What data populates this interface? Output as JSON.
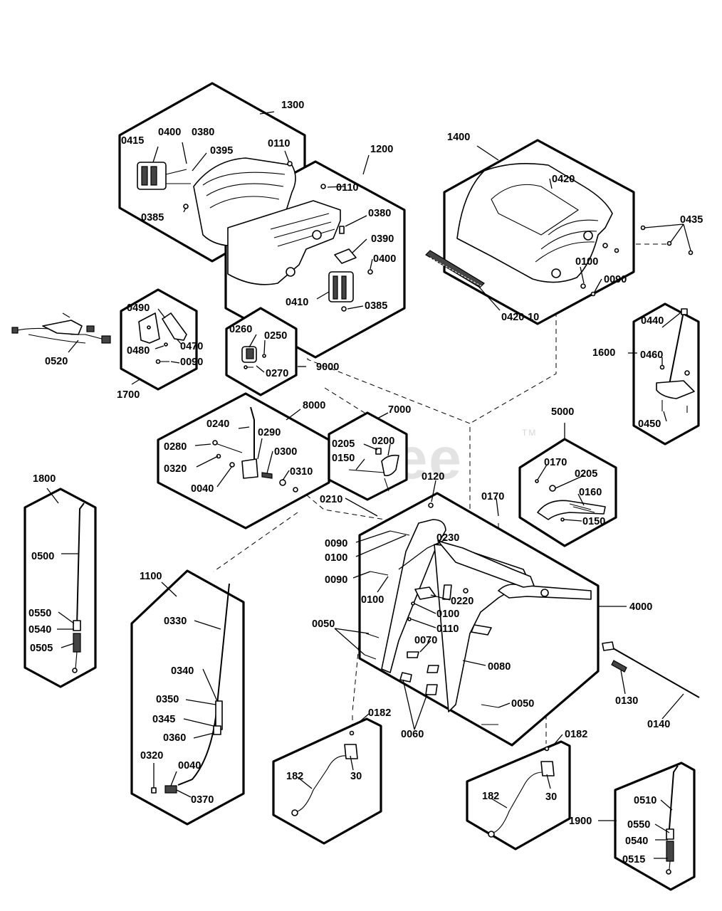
{
  "watermark": {
    "text": "PartsTree",
    "tm": "TM"
  },
  "groups": [
    {
      "id": "1300",
      "label": "1300"
    },
    {
      "id": "1200",
      "label": "1200"
    },
    {
      "id": "1400",
      "label": "1400"
    },
    {
      "id": "1700",
      "label": "1700"
    },
    {
      "id": "9000",
      "label": "9000"
    },
    {
      "id": "1600",
      "label": "1600"
    },
    {
      "id": "8000",
      "label": "8000"
    },
    {
      "id": "7000",
      "label": "7000"
    },
    {
      "id": "5000",
      "label": "5000"
    },
    {
      "id": "1800",
      "label": "1800"
    },
    {
      "id": "1100",
      "label": "1100"
    },
    {
      "id": "4000",
      "label": "4000"
    },
    {
      "id": "0182a",
      "label": "0182"
    },
    {
      "id": "0182b",
      "label": "0182"
    },
    {
      "id": "1900",
      "label": "1900"
    }
  ],
  "labels": [
    "0415",
    "0400",
    "0380",
    "0395",
    "0110",
    "0385",
    "0110",
    "0380",
    "0390",
    "0400",
    "0410",
    "0385",
    "0420",
    "0435",
    "0100",
    "0090",
    "0420-10",
    "0520",
    "0490",
    "0480",
    "0470",
    "0090",
    "0260",
    "0250",
    "0270",
    "0440",
    "0460",
    "0450",
    "0240",
    "0290",
    "0280",
    "0300",
    "0320",
    "0040",
    "0310",
    "0205",
    "0200",
    "0150",
    "0170",
    "0205",
    "0160",
    "0150",
    "0120",
    "0210",
    "0170",
    "0500",
    "0550",
    "0540",
    "0505",
    "0090",
    "0100",
    "0230",
    "0090",
    "0100",
    "0220",
    "0100",
    "0110",
    "0050",
    "0070",
    "0080",
    "0060",
    "0050",
    "0130",
    "0140",
    "0330",
    "0340",
    "0350",
    "0345",
    "0360",
    "0320",
    "0040",
    "0370",
    "182",
    "30",
    "182",
    "30",
    "0510",
    "0550",
    "0540",
    "0515"
  ],
  "colors": {
    "ink": "#000000",
    "paper": "#ffffff",
    "watermark": "#e3e3e3"
  },
  "icons": {
    "brand_decal": "simplicity-decal-icon"
  }
}
